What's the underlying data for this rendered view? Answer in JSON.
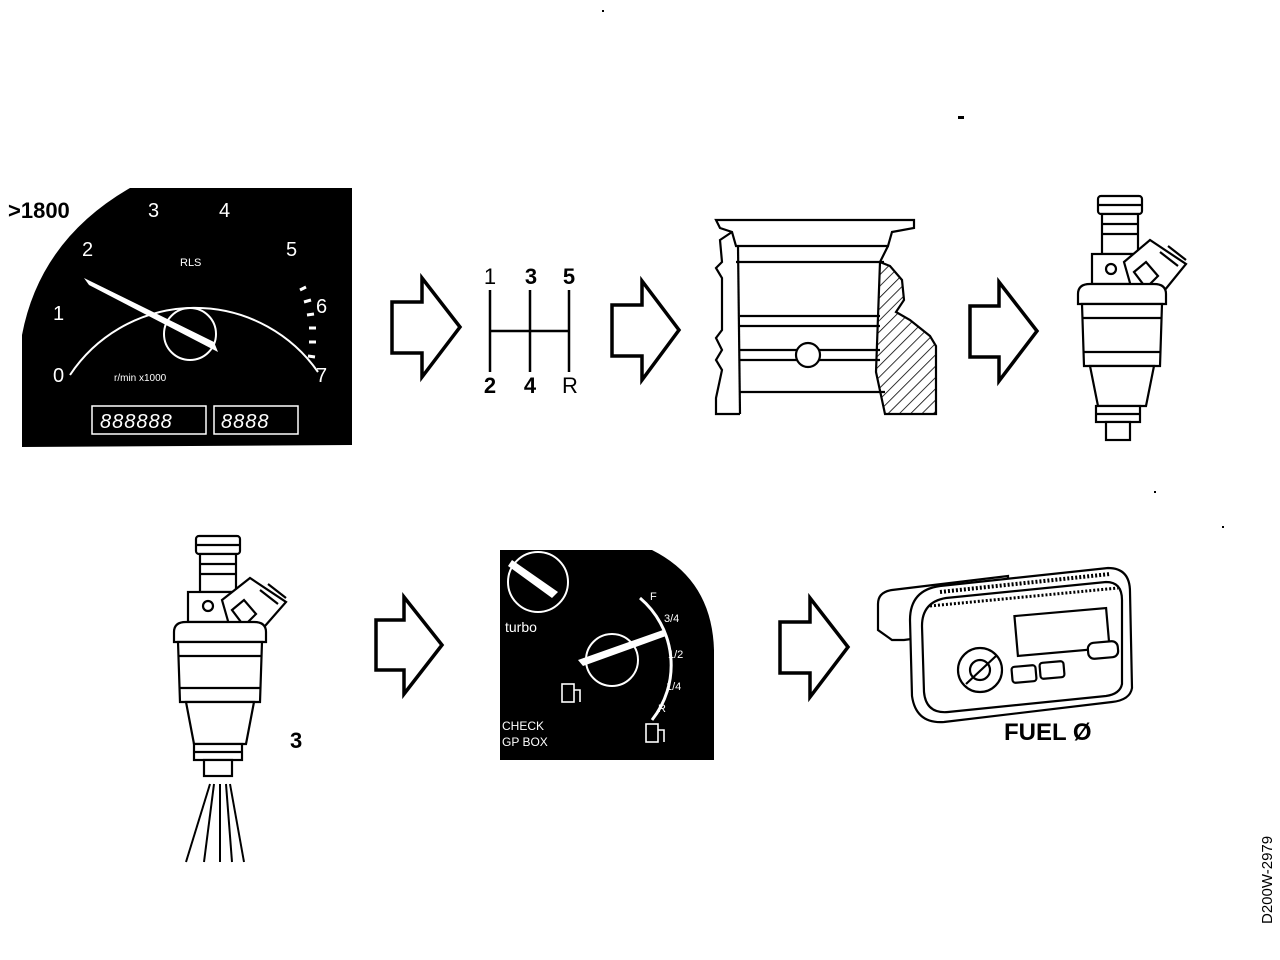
{
  "tach": {
    "threshold": ">1800",
    "scale": [
      "0",
      "1",
      "2",
      "3",
      "4",
      "5",
      "6",
      "7"
    ],
    "brand": "RLS",
    "unit": "r/min x1000",
    "odometer": "888888",
    "trip": "8888"
  },
  "gearshift": {
    "top": [
      "1",
      "3",
      "5"
    ],
    "bottom": [
      "2",
      "4",
      "R"
    ]
  },
  "step_label": "3",
  "fuel_gauge": {
    "turbo_label": "turbo",
    "marks": [
      "F",
      "3/4",
      "1/2",
      "1/4",
      "R"
    ],
    "warning_line1": "CHECK",
    "warning_line2": "GP BOX"
  },
  "ecu": {
    "label": "FUEL Ø"
  },
  "drawing_id": "D200W-2979"
}
